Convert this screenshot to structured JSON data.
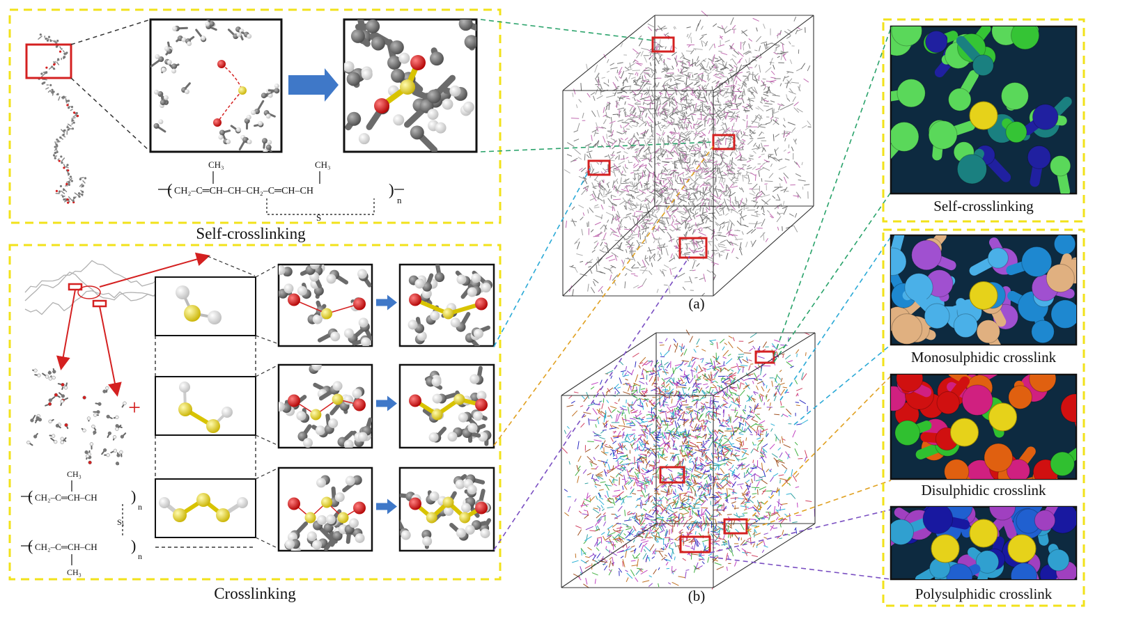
{
  "panels": {
    "self_crosslinking": {
      "caption": "Self-crosslinking",
      "formula": {
        "methyl_1": "CH₃",
        "methyl_2": "CH₃",
        "chain": "CH₂–C═CH–CH–CH₂–C═CH–CH",
        "repeat": "n",
        "sulfur": "S"
      }
    },
    "crosslinking": {
      "caption": "Crosslinking",
      "formula": {
        "methyl_top": "CH₃",
        "methyl_bottom": "CH₃",
        "chain_top": "CH₂–C═CH–CH",
        "chain_bottom": "CH₂–C═CH–CH",
        "repeat_top": "n",
        "repeat_bottom": "n",
        "sulfur": "Sₓ"
      },
      "plus": "+"
    },
    "box_a_label": "(a)",
    "box_b_label": "(b)",
    "closeups": [
      {
        "caption": "Self-crosslinking"
      },
      {
        "caption": "Monosulphidic crosslink"
      },
      {
        "caption": "Disulphidic crosslink"
      },
      {
        "caption": "Polysulphidic crosslink"
      }
    ]
  },
  "colors": {
    "dashed_frame": "#f2e21a",
    "highlight": "#d42020",
    "arrow": "#3f78c8",
    "sulfur": "#e6d21a",
    "oxygen": "#e01010",
    "carbon": "#7a7a7a",
    "hydrogen": "#f2f2f2",
    "leader_green": "#2aa36b",
    "leader_cyan": "#2aa9d6",
    "leader_orange": "#e0a020",
    "leader_purple": "#7a4fc2"
  }
}
